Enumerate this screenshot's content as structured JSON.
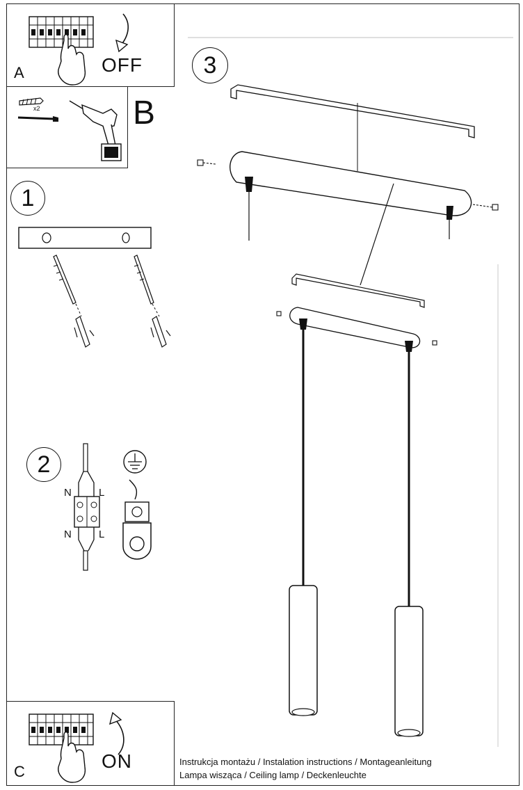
{
  "panels": {
    "a": {
      "letter": "A",
      "word": "OFF"
    },
    "b": {
      "letter": "B",
      "quantity": "x2"
    },
    "c": {
      "letter": "C",
      "word": "ON"
    }
  },
  "steps": {
    "step1": "1",
    "step2": "2",
    "step3": "3"
  },
  "wiring": {
    "neutral_top": "N",
    "live_top": "L",
    "neutral_bottom": "N",
    "live_bottom": "L"
  },
  "footer": {
    "line1": "Instrukcja montażu / Instalation instructions / Montageanleitung",
    "line2": "Lampa wisząca / Ceiling lamp / Deckenleuchte"
  },
  "colors": {
    "ink": "#111111",
    "paper": "#ffffff"
  }
}
